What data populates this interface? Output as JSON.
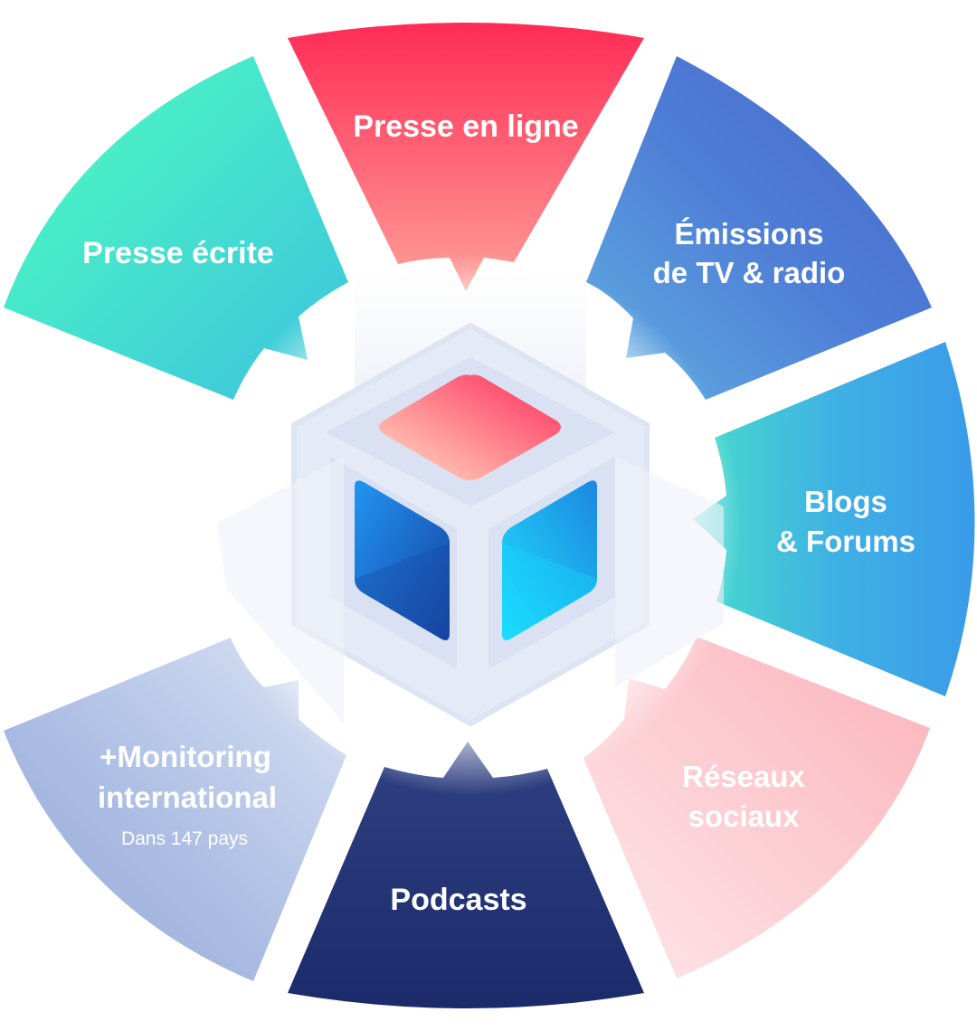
{
  "segments": [
    {
      "id": "presse-en-ligne",
      "lines": [
        "Presse en ligne"
      ]
    },
    {
      "id": "emissions-tv-radio",
      "lines": [
        "Émissions",
        "de TV & radio"
      ]
    },
    {
      "id": "blogs-forums",
      "lines": [
        "Blogs",
        "& Forums"
      ]
    },
    {
      "id": "reseaux-sociaux",
      "lines": [
        "Réseaux",
        "sociaux"
      ]
    },
    {
      "id": "podcasts",
      "lines": [
        "Podcasts"
      ]
    },
    {
      "id": "monitoring-international",
      "lines": [
        "+Monitoring",
        "international"
      ],
      "sub": "Dans 147 pays"
    },
    {
      "id": "presse-ecrite",
      "lines": [
        "Presse écrite"
      ]
    }
  ],
  "colors": {
    "presse_en_ligne": [
      "#ff2b55",
      "#ff9a95"
    ],
    "emissions": [
      "#4a6fd0",
      "#5aa8e0"
    ],
    "blogs": [
      "#3f9ae8",
      "#45d7cf"
    ],
    "reseaux": [
      "#fbb6bd",
      "#fde2e5"
    ],
    "podcasts": [
      "#1d2c6c",
      "#2e3f80"
    ],
    "monitoring": [
      "#9aaedc",
      "#d4def2"
    ],
    "presse_ecrite": [
      "#4dffc4",
      "#3fc7dd"
    ],
    "hub_bg": "#e6ecf7",
    "cube_top": [
      "#ffd3b5",
      "#ff2e5c"
    ],
    "cube_left": [
      "#1f8ef0",
      "#1a4ca8"
    ],
    "cube_right": [
      "#1ad4ff",
      "#1f8fe6"
    ]
  }
}
